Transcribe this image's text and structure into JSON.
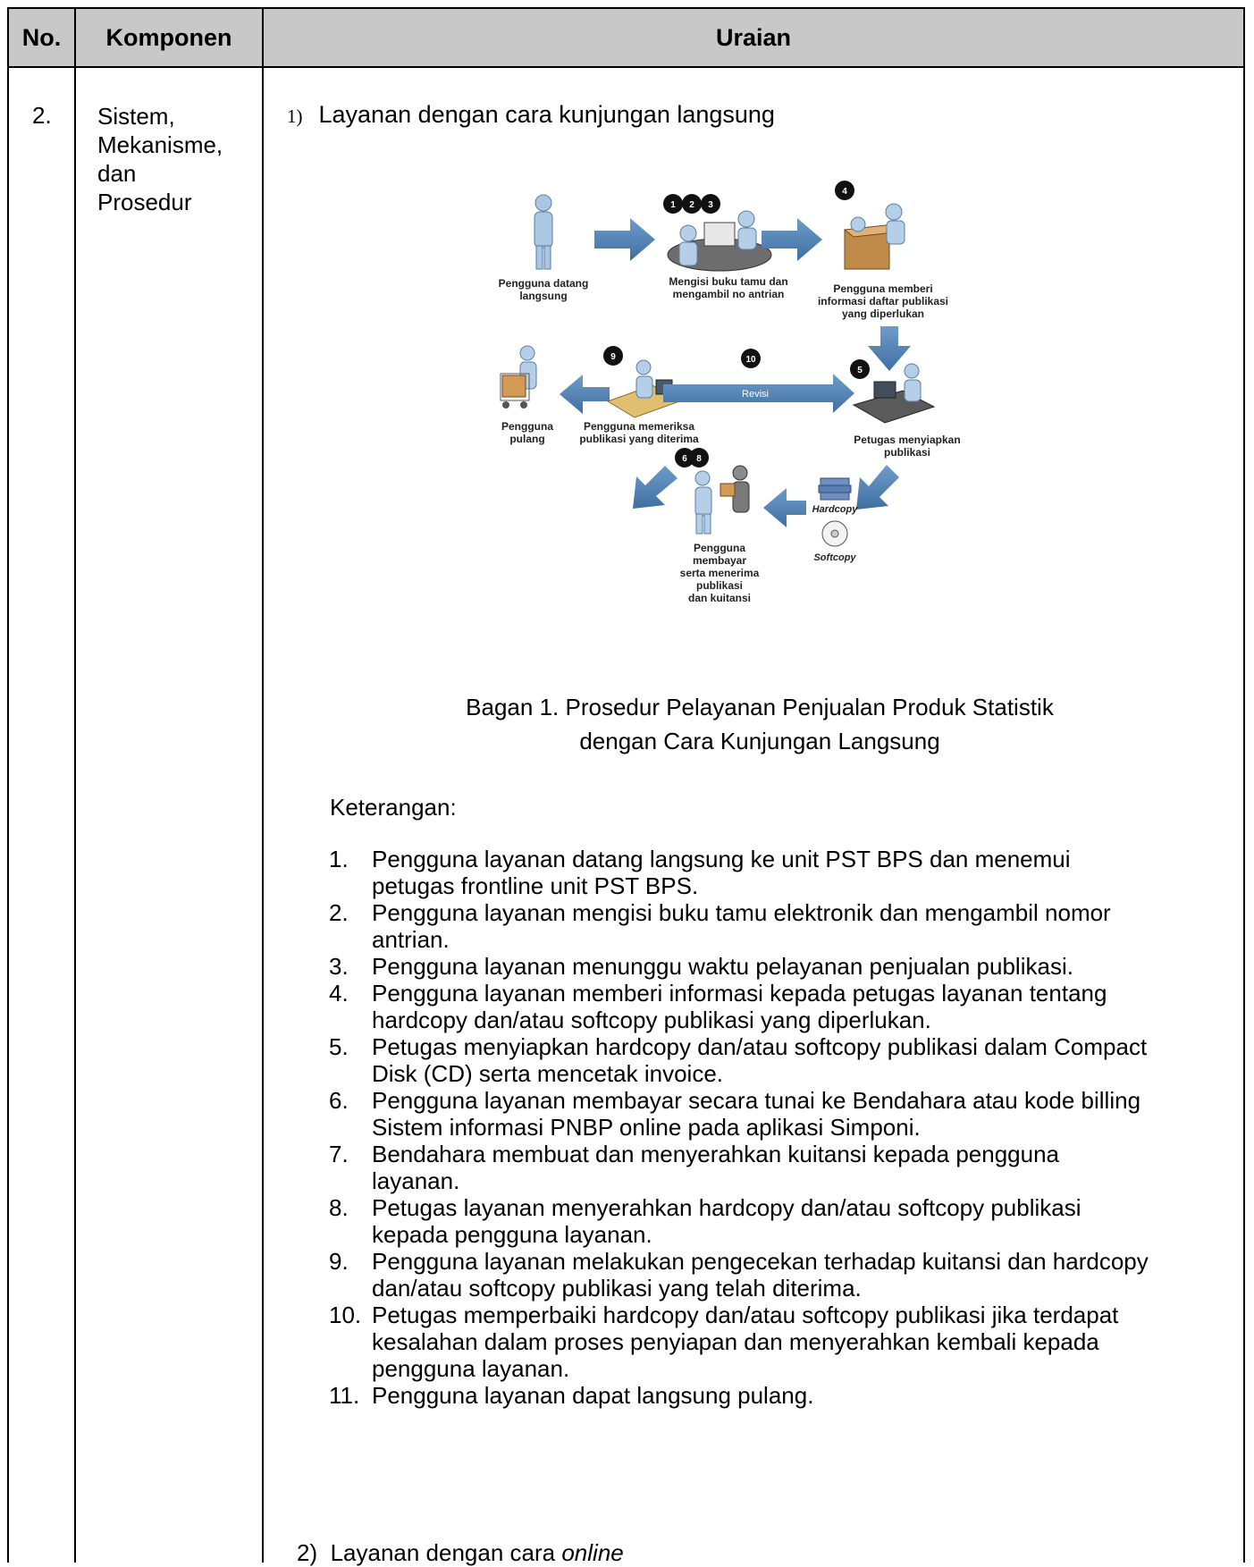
{
  "table": {
    "headers": {
      "no": "No.",
      "komponen": "Komponen",
      "uraian": "Uraian"
    },
    "row": {
      "no": "2.",
      "komponen_lines": [
        "Sistem,",
        "Mekanisme,",
        "dan",
        "Prosedur"
      ]
    }
  },
  "section1": {
    "number": "1)",
    "title": "Layanan dengan cara kunjungan langsung"
  },
  "diagram": {
    "labels": {
      "datang_1": "Pengguna datang",
      "datang_2": "langsung",
      "buku_1": "Mengisi buku tamu dan",
      "buku_2": "mengambil no antrian",
      "memberi_1": "Pengguna memberi",
      "memberi_2": "informasi daftar publikasi",
      "memberi_3": "yang diperlukan",
      "pulang_1": "Pengguna",
      "pulang_2": "pulang",
      "periksa_1": "Pengguna memeriksa",
      "periksa_2": "publikasi yang diterima",
      "revisi": "Revisi",
      "siapkan_1": "Petugas menyiapkan",
      "siapkan_2": "publikasi",
      "hardcopy": "Hardcopy",
      "softcopy": "Softcopy",
      "bayar_1": "Pengguna",
      "bayar_2": "membayar",
      "bayar_3": "serta menerima",
      "bayar_4": "publikasi",
      "bayar_5": "dan kuitansi"
    },
    "badges": {
      "b1": "1",
      "b2": "2",
      "b3": "3",
      "b4": "4",
      "b5": "5",
      "b6": "6",
      "b8": "8",
      "b9": "9",
      "b10": "10"
    },
    "colors": {
      "arrow": "#4a7fb5",
      "badge": "#111111",
      "figure": "#8ab0d6"
    }
  },
  "caption": {
    "line1": "Bagan 1. Prosedur Pelayanan Penjualan Produk Statistik",
    "line2": "dengan Cara Kunjungan Langsung"
  },
  "keterangan": "Keterangan:",
  "steps": [
    {
      "n": "1.",
      "line1": "Pengguna layanan datang langsung ke unit PST BPS dan menemui",
      "line2": "petugas frontline unit PST BPS.",
      "line3": ""
    },
    {
      "n": "2.",
      "line1": "Pengguna layanan mengisi buku tamu elektronik dan mengambil nomor",
      "line2": "antrian.",
      "line3": ""
    },
    {
      "n": "3.",
      "line1": "Pengguna layanan menunggu waktu pelayanan penjualan publikasi.",
      "line2": "",
      "line3": ""
    },
    {
      "n": "4.",
      "line1": "Pengguna layanan memberi informasi kepada petugas layanan tentang",
      "line2": "hardcopy dan/atau softcopy publikasi yang diperlukan.",
      "line3": ""
    },
    {
      "n": "5.",
      "line1": "Petugas menyiapkan hardcopy dan/atau softcopy publikasi dalam Compact",
      "line2": "Disk (CD) serta mencetak invoice.",
      "line3": ""
    },
    {
      "n": "6.",
      "line1": "Pengguna layanan membayar secara tunai ke Bendahara atau kode billing",
      "line2": "Sistem informasi PNBP online pada aplikasi Simponi.",
      "line3": ""
    },
    {
      "n": "7.",
      "line1": "Bendahara membuat dan menyerahkan kuitansi kepada pengguna",
      "line2": "layanan.",
      "line3": ""
    },
    {
      "n": "8.",
      "line1": "Petugas layanan menyerahkan hardcopy dan/atau softcopy publikasi",
      "line2": "kepada pengguna layanan.",
      "line3": ""
    },
    {
      "n": "9.",
      "line1": "Pengguna layanan melakukan pengecekan terhadap kuitansi dan hardcopy",
      "line2": "dan/atau softcopy publikasi yang telah diterima.",
      "line3": ""
    },
    {
      "n": "10.",
      "line1": "Petugas memperbaiki hardcopy dan/atau softcopy publikasi jika terdapat",
      "line2": "kesalahan dalam proses penyiapan dan menyerahkan kembali kepada",
      "line3": "pengguna layanan."
    },
    {
      "n": "11.",
      "line1": "Pengguna layanan dapat langsung pulang.",
      "line2": "",
      "line3": ""
    }
  ],
  "section2": {
    "prefix": "2)  Layanan dengan cara ",
    "italic": "online"
  }
}
